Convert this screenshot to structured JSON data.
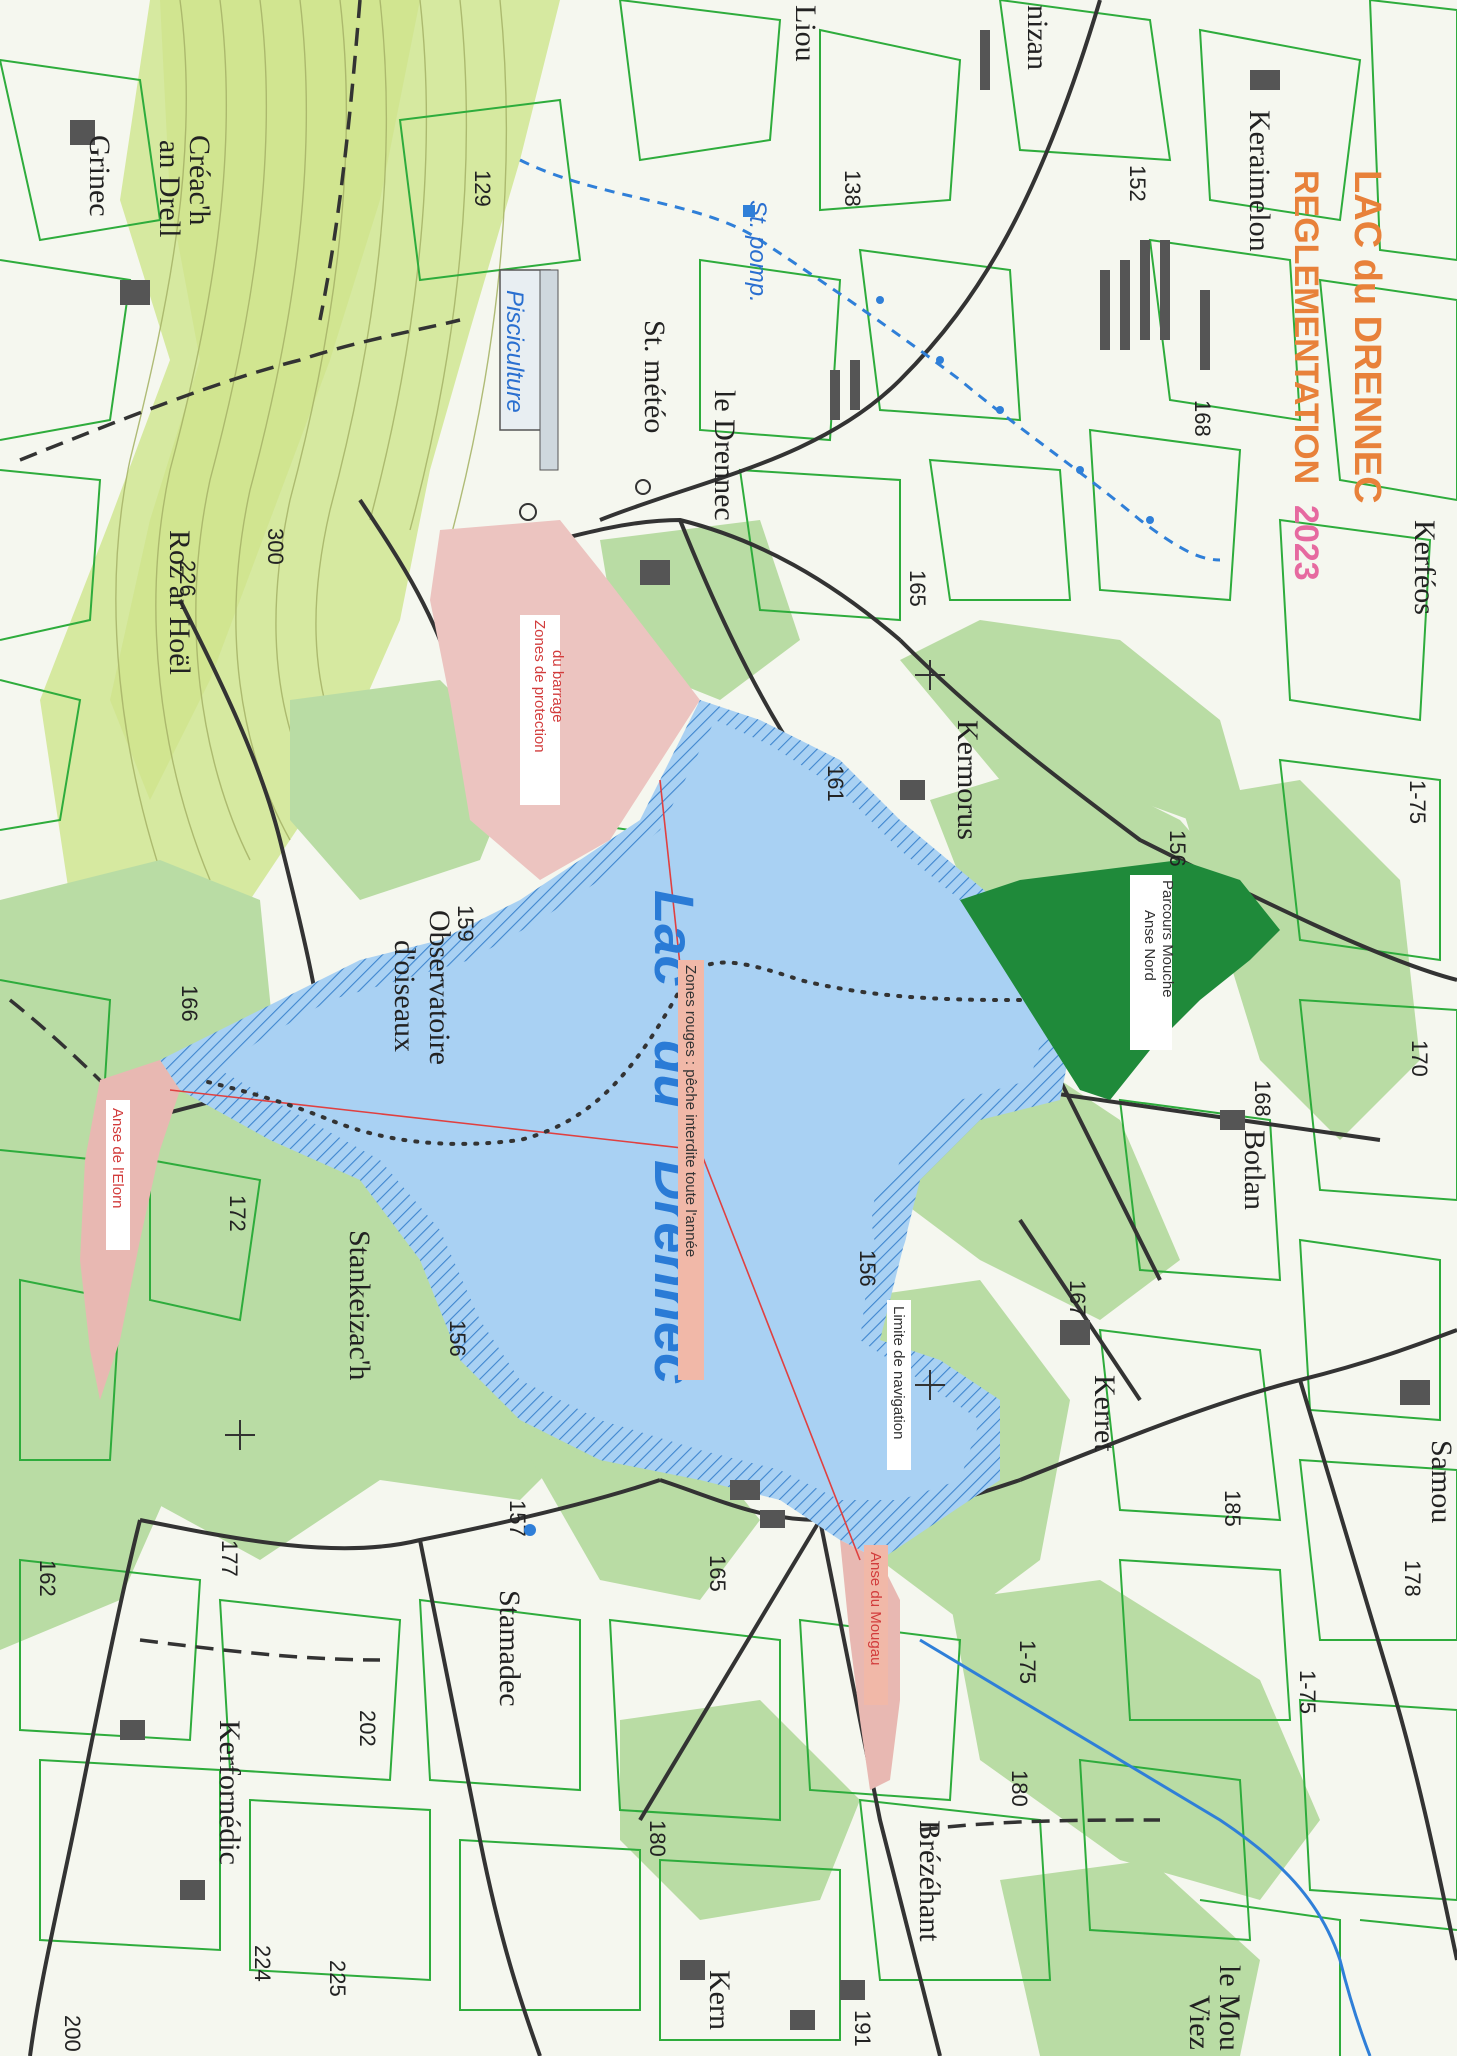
{
  "title": {
    "line1": "LAC du DRENNEC",
    "line2": "REGLEMENTATION",
    "year": "2023"
  },
  "lake": {
    "name_part1": "Lac",
    "name_part2": "du",
    "name_part3": "Drennec"
  },
  "zones": {
    "barrage": {
      "line1": "Zones de protection",
      "line2": "du barrage"
    },
    "rouges": "Zones rouges : pêche interdite toute l'année",
    "anse_nord": {
      "line1": "Anse Nord",
      "line2": "Parcours Mouche"
    },
    "anse_elorn": "Anse de l'Elorn",
    "anse_mougau": "Anse du Mougau",
    "navigation": "Limite de navigation"
  },
  "places": {
    "liou": "Liou",
    "nizan": "nizan",
    "keraimelon": "Keraimelon",
    "kerfeos": "Kerféos",
    "creach": "Créac'h",
    "an_drell": "an Drell",
    "grinec": "Grinec",
    "st_pomp": "St. pomp.",
    "pisciculture": "Pisciculture",
    "st_meteo": "St. météo",
    "le_drennec": "le Drennec",
    "kermorus": "Kermorus",
    "roz_ar_hoel": "Roz ar Hoël",
    "observatoire": "Observatoire",
    "oiseaux": "d'oiseaux",
    "botlan": "Botlan",
    "kerret": "Kerret",
    "stankeizac": "Stankeizac'h",
    "stamadec": "Stamadec",
    "kerfornedic": "Kerfornédic",
    "brezehant": "Brézéhant",
    "kern": "Kern",
    "le_mou": "le Mou",
    "viez": "Viez",
    "samou": "Samou"
  },
  "altitudes": {
    "a138": "138",
    "a129": "129",
    "a152": "152",
    "a168a": "168",
    "a165a": "165",
    "a161": "161",
    "a226": "226",
    "a300": "300",
    "a156a": "156",
    "a159": "159",
    "a166": "166",
    "a170": "170",
    "a168b": "168",
    "a172": "172",
    "a156b": "156",
    "a156c": "156",
    "a167": "167",
    "a185": "185",
    "a178": "178",
    "a162": "162",
    "a177": "177",
    "a157": "157",
    "a165b": "165",
    "a202": "202",
    "a180a": "180",
    "a180b": "180",
    "a224": "224",
    "a200": "200",
    "a225": "225",
    "a175a": "1-75",
    "a175b": "1-75",
    "a175c": "1-75",
    "a191": "191"
  },
  "colors": {
    "lake": "#a9d1f3",
    "hatch": "#3f86cf",
    "forest": "#b9dca4",
    "hill": "#d2e79a",
    "protection": "#ecc4c0",
    "mouche": "#1f8a3a",
    "field_line": "#2eac3c",
    "road": "#333333",
    "red_line": "#e04040",
    "title_orange": "#e8813a",
    "title_pink": "#e66aa0"
  }
}
